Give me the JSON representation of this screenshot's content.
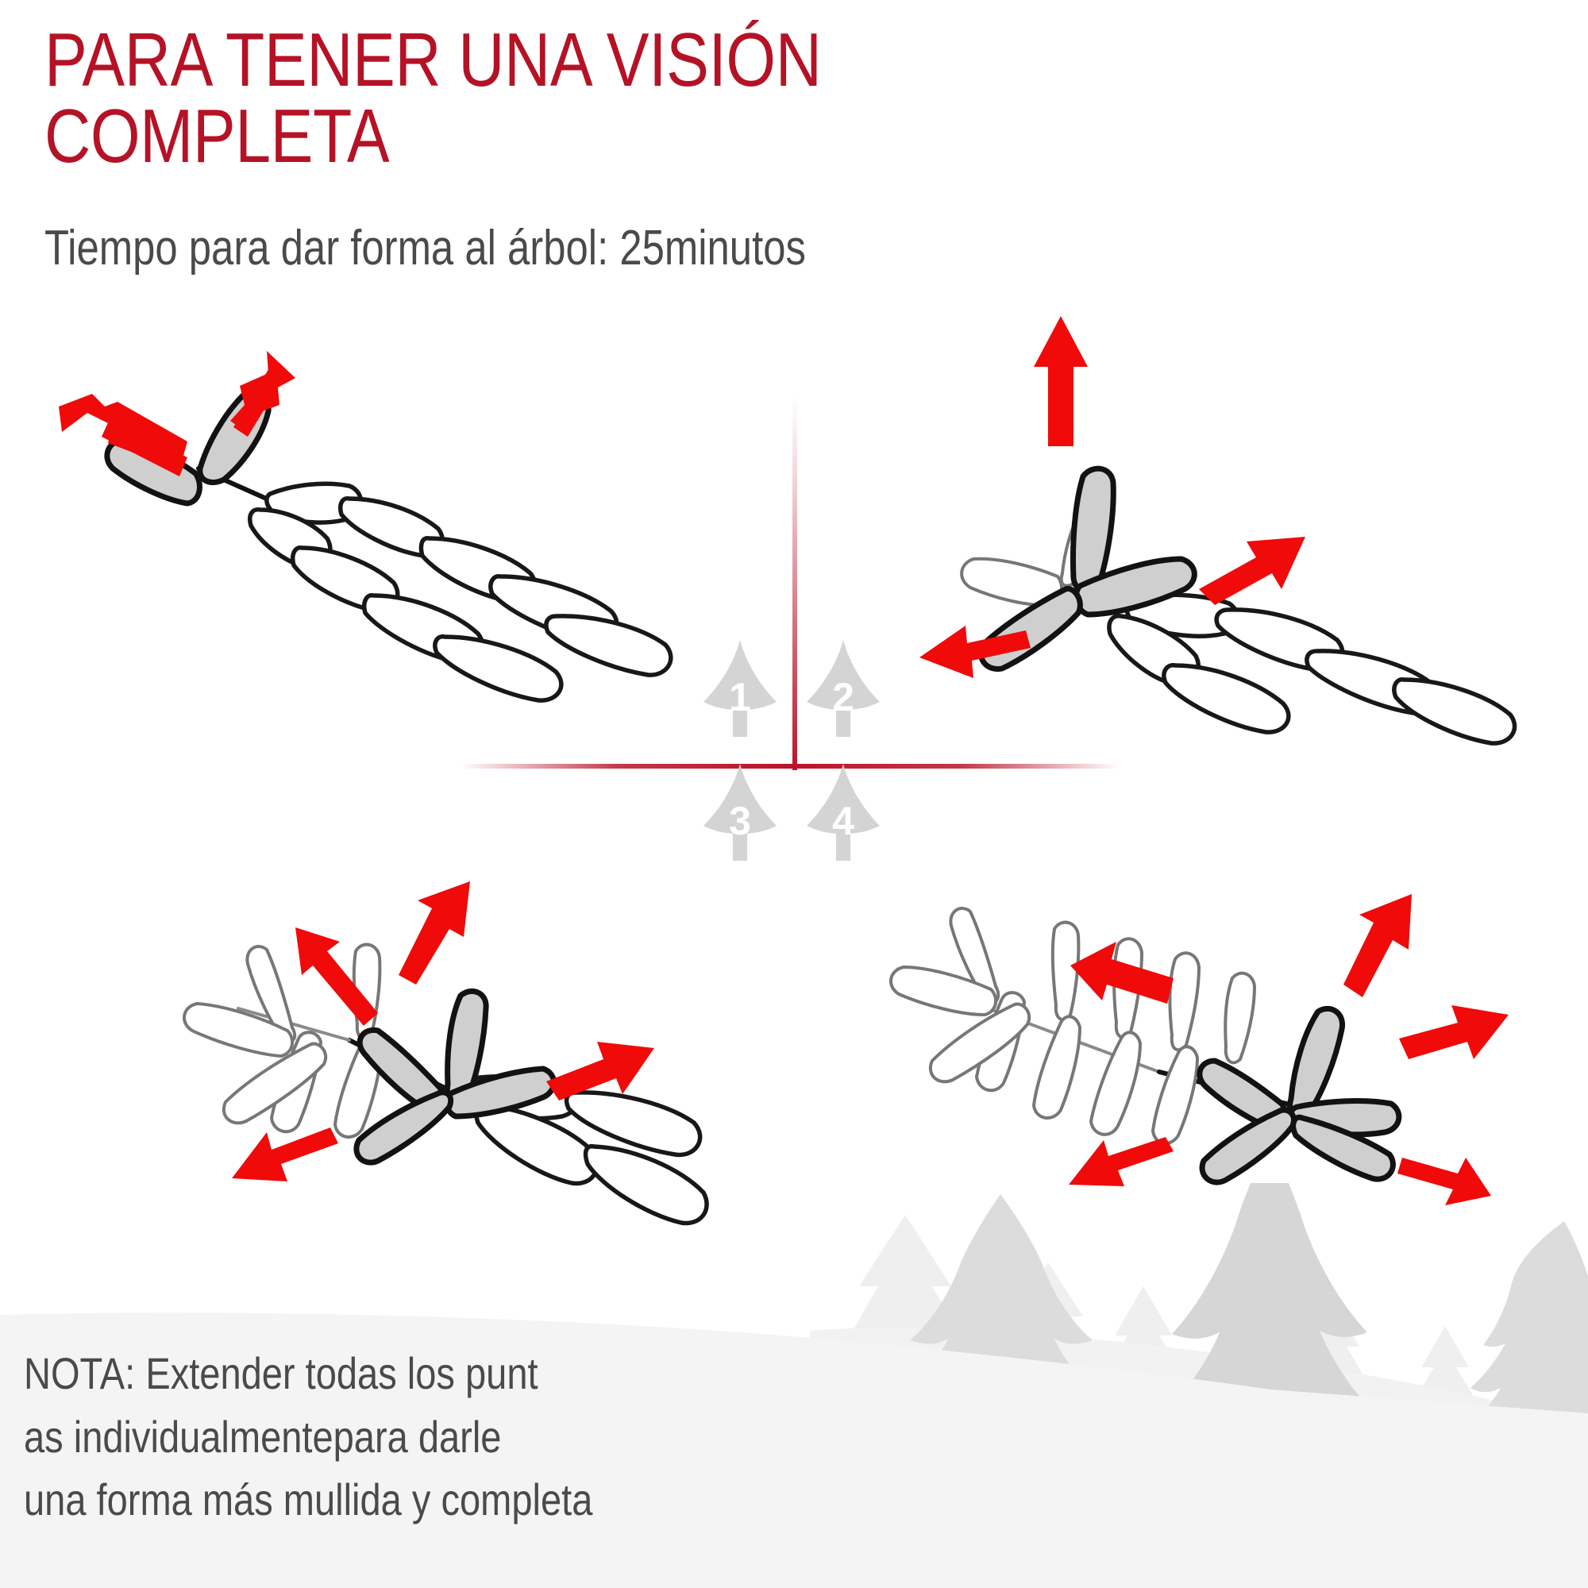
{
  "header": {
    "title": "PARA TENER UNA VISIÓN COMPLETA",
    "subtitle": "Tiempo para dar forma al árbol: 25minutos",
    "title_color": "#B51226",
    "subtitle_color": "#4A4A4A"
  },
  "divider": {
    "color": "#BA142A",
    "style": "faded-cross"
  },
  "quadrants": [
    {
      "number": "1",
      "label": "step-1",
      "tips_extended": 2,
      "arrows": 2
    },
    {
      "number": "2",
      "label": "step-2",
      "tips_extended": 3,
      "arrows": 3
    },
    {
      "number": "3",
      "label": "step-3",
      "tips_extended": 4,
      "arrows": 4
    },
    {
      "number": "4",
      "label": "step-4",
      "tips_extended": 5,
      "arrows": 5
    }
  ],
  "marker": {
    "shape": "christmas-tree",
    "fill": "#D4D4D4",
    "number_color": "#FFFFFF"
  },
  "illustration": {
    "arrow_color": "#F00A0A",
    "highlight_fill": "#CFCFCF",
    "outline_color": "#121212",
    "ghost_outline_color": "#8A8A8A"
  },
  "note": {
    "text": "NOTA: Extender todas los punt\nas individualmentepara darle\nuna forma más mullida y completa",
    "band_color": "#F4F4F4",
    "text_color": "#4A4A4A"
  },
  "decoration": {
    "forest_color": "#DCDCDC",
    "snow_color": "#F2F2F2"
  }
}
